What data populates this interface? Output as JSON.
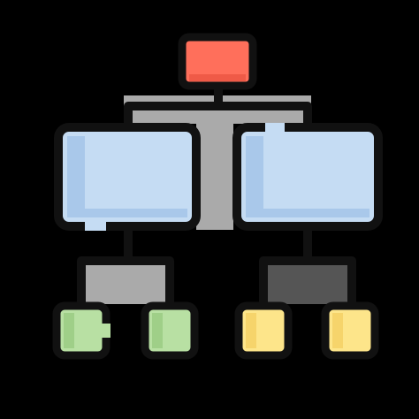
{
  "icon": {
    "name": "hierarchy-structure-icon"
  },
  "colors": {
    "background": "#000000",
    "outline": "#111111",
    "connector_shadow": "#aaaaaa",
    "root_fill": "#ff6f5b",
    "root_shade": "#ef5a47",
    "mid_fill": "#c5dcf3",
    "mid_shade": "#a9c8ea",
    "leaf_left_fill": "#b8e0a3",
    "leaf_left_shade": "#9fcf88",
    "leaf_right_fill": "#fde58a",
    "leaf_right_shade": "#f6d46b"
  },
  "nodes": [
    {
      "id": "root",
      "level": 0,
      "color": "root"
    },
    {
      "id": "mid-left",
      "level": 1,
      "parent": "root",
      "color": "mid"
    },
    {
      "id": "mid-right",
      "level": 1,
      "parent": "root",
      "color": "mid"
    },
    {
      "id": "leaf-1",
      "level": 2,
      "parent": "mid-left",
      "color": "leaf_left"
    },
    {
      "id": "leaf-2",
      "level": 2,
      "parent": "mid-left",
      "color": "leaf_left"
    },
    {
      "id": "leaf-3",
      "level": 2,
      "parent": "mid-right",
      "color": "leaf_right"
    },
    {
      "id": "leaf-4",
      "level": 2,
      "parent": "mid-right",
      "color": "leaf_right"
    }
  ]
}
